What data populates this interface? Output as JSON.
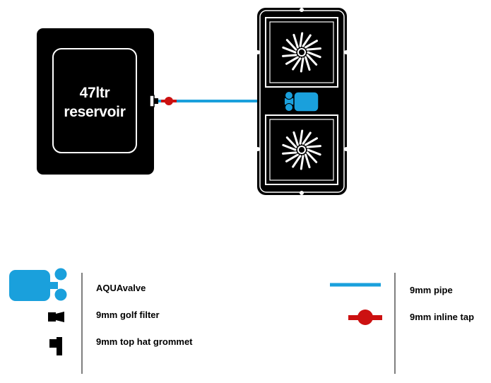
{
  "reservoir": {
    "label_line1": "47ltr",
    "label_line2": "reservoir"
  },
  "legend": {
    "aquavalve": "AQUAvalve",
    "golf_filter": "9mm golf filter",
    "grommet": "9mm top hat grommet",
    "pipe": "9mm pipe",
    "tap": "9mm inline tap"
  },
  "colors": {
    "black": "#000000",
    "pipe_blue": "#1aa0dc",
    "valve_blue": "#1aa0dc",
    "tap_red": "#cc1111",
    "divider_gray": "#7f7f7f"
  },
  "icons": [
    "aquavalve-icon",
    "golf-filter-icon",
    "grommet-icon",
    "pipe-icon",
    "inline-tap-icon",
    "pot-flower-icon"
  ]
}
